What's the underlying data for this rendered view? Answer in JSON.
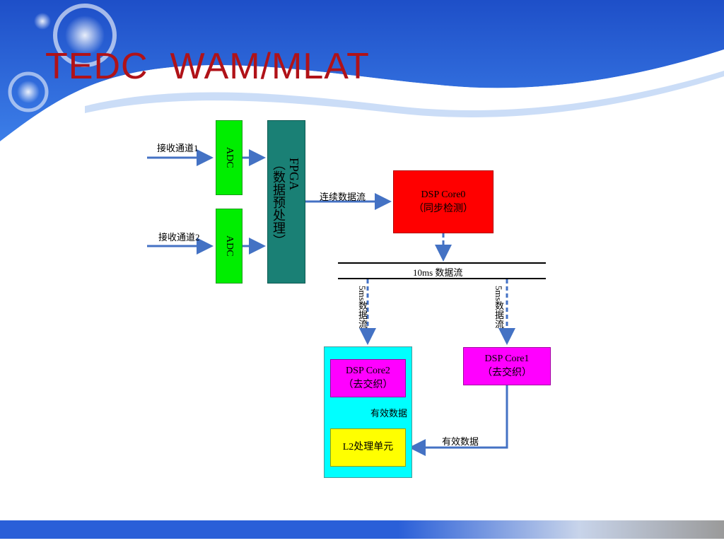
{
  "slide": {
    "title": "TEDC  WAM/MLAT"
  },
  "colors": {
    "title": "#b01218",
    "adc": "#00ee00",
    "fpga": "#1a8075",
    "dsp_core0": "#ff0000",
    "dsp_core1": "#ff00ff",
    "dsp_core2": "#ff00ff",
    "l2_unit": "#ffff00",
    "container": "#00ffff",
    "arrow": "#4472c4",
    "footer_bar": "#2a5fd8"
  },
  "diagram": {
    "inputs": [
      {
        "label": "接收通道1"
      },
      {
        "label": "接收通道2"
      }
    ],
    "adc_blocks": [
      {
        "label": "ADC"
      },
      {
        "label": "ADC"
      }
    ],
    "fpga": {
      "label": "FPGA",
      "sub_label": "（数据预处理）"
    },
    "continuous_stream_label": "连续数据流",
    "dsp_core0": {
      "name": "DSP Core0",
      "function": "（同步检测）"
    },
    "bus_label": "10ms 数据流",
    "stream_5ms_left": "5ms数据流",
    "stream_5ms_right": "5ms数据流",
    "dsp_core1": {
      "name": "DSP Core1",
      "function": "（去交织）"
    },
    "dsp_core2": {
      "name": "DSP Core2",
      "function": "（去交织）"
    },
    "valid_data_inner": "有效数据",
    "valid_data_outer": "有效数据",
    "l2_unit": {
      "label": "L2处理单元"
    }
  }
}
